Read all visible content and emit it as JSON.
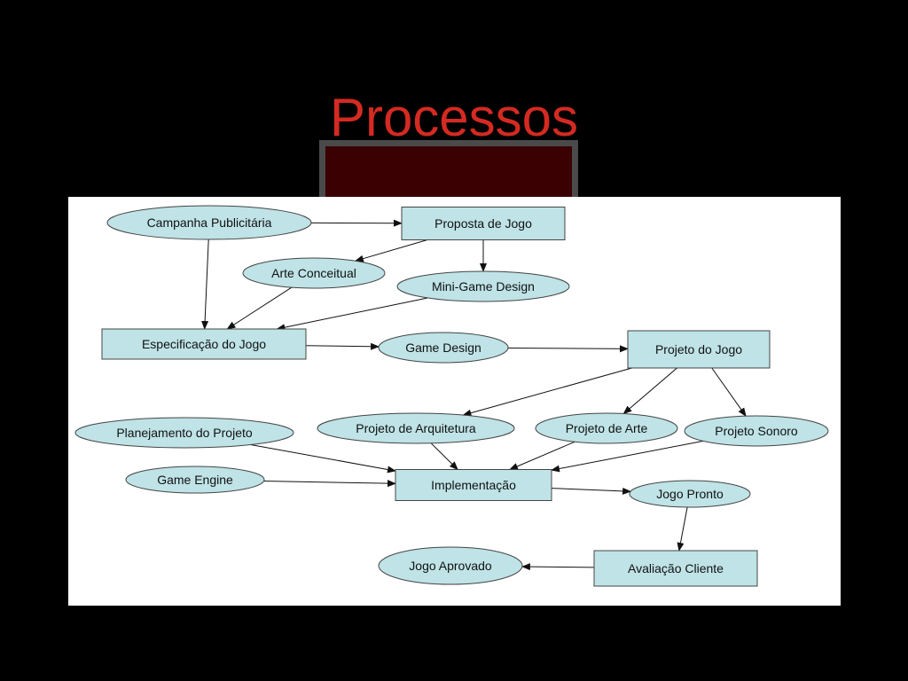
{
  "slide": {
    "title": "Processos"
  },
  "colors": {
    "background": "#000000",
    "title": "#d42a22",
    "node_fill": "#bfe3e6",
    "decor_box": "#3a0002"
  },
  "diagram": {
    "nodes": [
      {
        "id": "campanha",
        "label": "Campanha Publicitária",
        "shape": "ellipse"
      },
      {
        "id": "proposta",
        "label": "Proposta de Jogo",
        "shape": "rect"
      },
      {
        "id": "arte-conceitual",
        "label": "Arte Conceitual",
        "shape": "ellipse"
      },
      {
        "id": "mini-game",
        "label": "Mini-Game Design",
        "shape": "ellipse"
      },
      {
        "id": "especificacao",
        "label": "Especificação do Jogo",
        "shape": "rect"
      },
      {
        "id": "game-design",
        "label": "Game Design",
        "shape": "ellipse"
      },
      {
        "id": "projeto-jogo",
        "label": "Projeto do Jogo",
        "shape": "rect"
      },
      {
        "id": "planejamento",
        "label": "Planejamento do Projeto",
        "shape": "ellipse"
      },
      {
        "id": "arquitetura",
        "label": "Projeto de Arquitetura",
        "shape": "ellipse"
      },
      {
        "id": "projeto-arte",
        "label": "Projeto de Arte",
        "shape": "ellipse"
      },
      {
        "id": "sonoro",
        "label": "Projeto Sonoro",
        "shape": "ellipse"
      },
      {
        "id": "game-engine",
        "label": "Game Engine",
        "shape": "ellipse"
      },
      {
        "id": "implementacao",
        "label": "Implementação",
        "shape": "rect"
      },
      {
        "id": "jogo-pronto",
        "label": "Jogo Pronto",
        "shape": "ellipse"
      },
      {
        "id": "jogo-aprovado",
        "label": "Jogo Aprovado",
        "shape": "ellipse"
      },
      {
        "id": "avaliacao",
        "label": "Avaliação Cliente",
        "shape": "rect"
      }
    ],
    "edges": [
      {
        "from": "campanha",
        "to": "proposta"
      },
      {
        "from": "proposta",
        "to": "arte-conceitual"
      },
      {
        "from": "proposta",
        "to": "mini-game"
      },
      {
        "from": "campanha",
        "to": "especificacao"
      },
      {
        "from": "arte-conceitual",
        "to": "especificacao"
      },
      {
        "from": "mini-game",
        "to": "especificacao"
      },
      {
        "from": "especificacao",
        "to": "game-design"
      },
      {
        "from": "game-design",
        "to": "projeto-jogo"
      },
      {
        "from": "projeto-jogo",
        "to": "arquitetura"
      },
      {
        "from": "projeto-jogo",
        "to": "projeto-arte"
      },
      {
        "from": "projeto-jogo",
        "to": "sonoro"
      },
      {
        "from": "planejamento",
        "to": "implementacao"
      },
      {
        "from": "arquitetura",
        "to": "implementacao"
      },
      {
        "from": "projeto-arte",
        "to": "implementacao"
      },
      {
        "from": "sonoro",
        "to": "implementacao"
      },
      {
        "from": "game-engine",
        "to": "implementacao"
      },
      {
        "from": "implementacao",
        "to": "jogo-pronto"
      },
      {
        "from": "jogo-pronto",
        "to": "avaliacao"
      },
      {
        "from": "avaliacao",
        "to": "jogo-aprovado"
      }
    ]
  }
}
